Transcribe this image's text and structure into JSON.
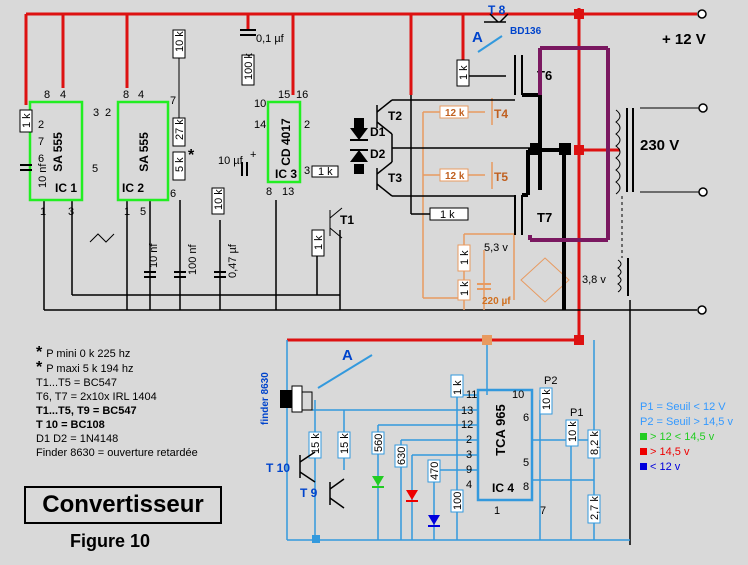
{
  "title": "Convertisseur",
  "figure": "Figure 10",
  "supply": {
    "v12": "+ 12 V",
    "v230": "230 V"
  },
  "ics": {
    "ic1": {
      "name": "SA 555",
      "label": "IC 1",
      "pins": [
        "8",
        "4",
        "2",
        "7",
        "6",
        "1",
        "3",
        "5"
      ]
    },
    "ic2": {
      "name": "SA 555",
      "label": "IC 2",
      "pins": [
        "3",
        "2",
        "8",
        "4",
        "7",
        "6",
        "1",
        "5"
      ]
    },
    "ic3": {
      "name": "CD 4017",
      "label": "IC 3",
      "pins": [
        "15",
        "16",
        "10",
        "14",
        "2",
        "3",
        "8",
        "13"
      ]
    },
    "ic4": {
      "name": "TCA 965",
      "label": "IC 4",
      "pins": [
        "11",
        "10",
        "13",
        "6",
        "12",
        "2",
        "3",
        "9",
        "4",
        "5",
        "1",
        "8",
        "7"
      ]
    }
  },
  "components": {
    "r1k": "1 k",
    "r10k": "10 k",
    "r27k": "27 k",
    "r100k": "100 k",
    "r5k": "5 k",
    "c10nf": "10 nf",
    "c100nf": "100 nf",
    "c047": "0,47 µf",
    "c01": "0,1 µf",
    "c10uf": "10 µf",
    "r12k": "12 k",
    "r15k": "15 k",
    "r560": "560",
    "r630": "630",
    "r470": "470",
    "r100": "100",
    "r82k": "8,2 k",
    "r27k2": "2,7 k",
    "v53": "5,3 v",
    "c220": "220 µf",
    "v38": "3,8 v",
    "d1": "D1",
    "d2": "D2",
    "t1": "T1",
    "t2": "T2",
    "t3": "T3",
    "t4": "T4",
    "t5": "T5",
    "t6": "T6",
    "t7": "T7",
    "t8": "T 8",
    "t8type": "BD136",
    "t9": "T 9",
    "t10": "T 10",
    "p1": "P1",
    "p2": "P2",
    "finder": "finder 8630",
    "a": "A",
    "plus": "+"
  },
  "legend_left": {
    "line1": "P mini  0 k  225 hz",
    "line2": "P maxi  5 k  194 hz",
    "line3": "T1...T5 = BC547",
    "line4": "T6, T7 = 2x10x IRL 1404",
    "line5": "T1...T5, T9 = BC547",
    "line6": "T 10 = BC108",
    "line7": "D1 D2 = 1N4148",
    "line8": "Finder 8630 = ouverture retardée",
    "star": "*"
  },
  "legend_right": {
    "line1": "P1 = Seuil < 12 V",
    "line2": "P2 = Seuil > 14,5 v",
    "line3": "> 12 < 14,5 v",
    "line4": "> 14,5 v",
    "line5": "< 12 v",
    "color_green": "#22cc22",
    "color_red": "#ee0000",
    "color_blue": "#0000dd",
    "color_text": "#3399ff"
  },
  "colors": {
    "red": "#dd1111",
    "blue": "#3399dd",
    "orange": "#e89a60",
    "purple": "#7a1860",
    "green": "#44ee44",
    "black": "#000000"
  }
}
